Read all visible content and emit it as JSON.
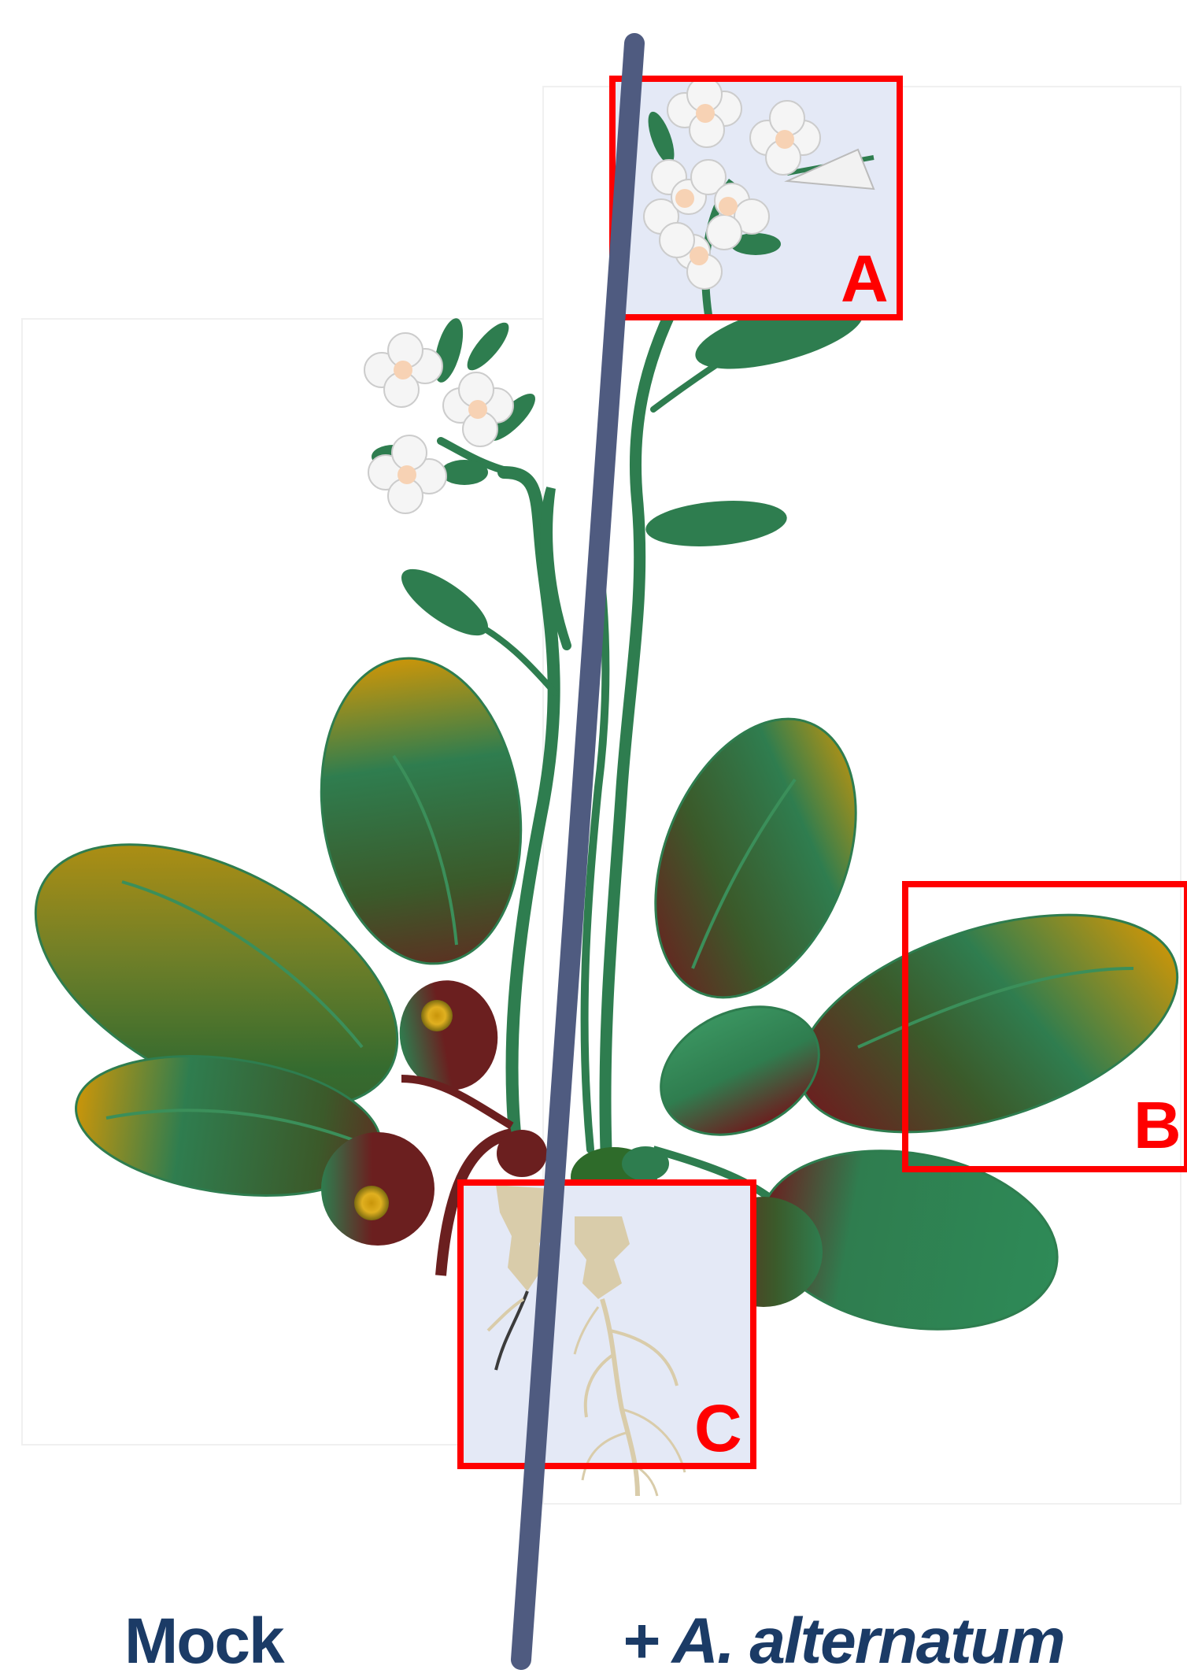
{
  "captions": {
    "left": "Mock",
    "right": "+ A. alternatum"
  },
  "highlight_boxes": [
    {
      "letter": "A"
    },
    {
      "letter": "B"
    },
    {
      "letter": "C"
    }
  ],
  "colors": {
    "divider_line": "#4f5b80",
    "box_outline": "#ff0000",
    "box_fill": "#e4e9f6",
    "caption_text": "#1b3b66",
    "leaf_green": "#2f7d4f",
    "leaf_dark_green": "#3b5a2a",
    "leaf_yellow": "#c9950a",
    "leaf_necrotic": "#6b1f1f",
    "stem_green": "#2e7d4f",
    "root_tan": "#d9ccaa",
    "flower_white": "#f5f5f5",
    "flower_center": "#f7d2b4"
  }
}
